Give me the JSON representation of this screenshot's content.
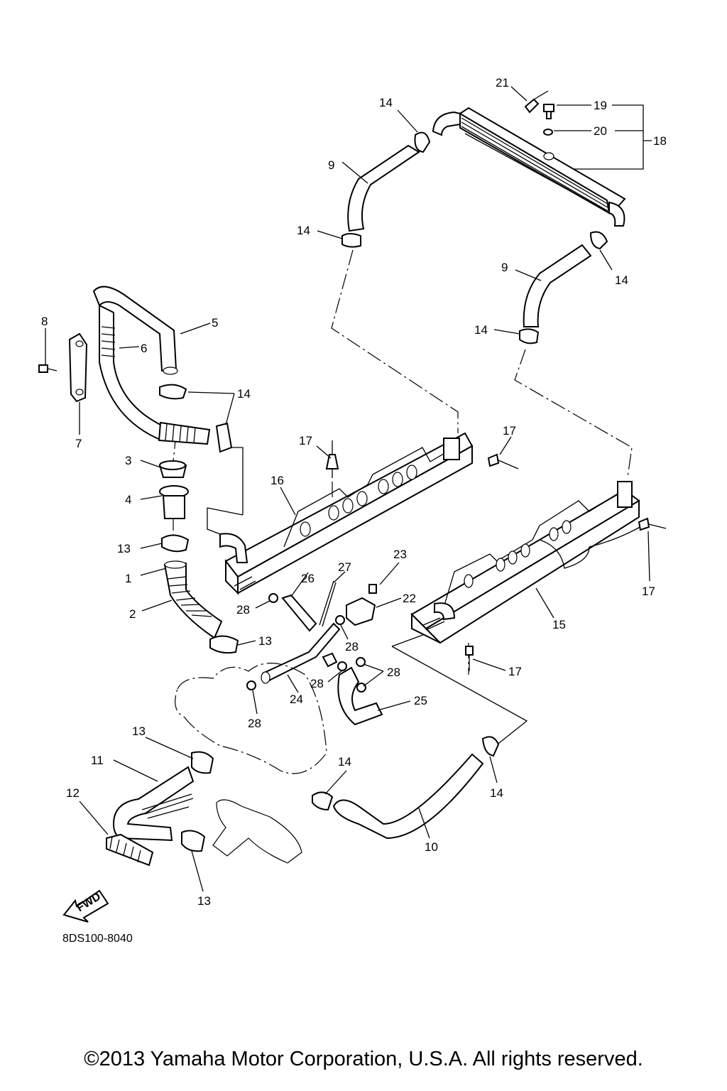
{
  "callouts": {
    "c1": "1",
    "c2": "2",
    "c3": "3",
    "c4": "4",
    "c5": "5",
    "c6": "6",
    "c7": "7",
    "c8": "8",
    "c9a": "9",
    "c9b": "9",
    "c10": "10",
    "c11": "11",
    "c12": "12",
    "c13a": "13",
    "c13b": "13",
    "c13c": "13",
    "c13d": "13",
    "c14a": "14",
    "c14b": "14",
    "c14c": "14",
    "c14d": "14",
    "c14e": "14",
    "c14f": "14",
    "c14g": "14",
    "c15": "15",
    "c16": "16",
    "c17a": "17",
    "c17b": "17",
    "c17c": "17",
    "c17d": "17",
    "c18": "18",
    "c19": "19",
    "c20": "20",
    "c21": "21",
    "c22": "22",
    "c23": "23",
    "c24": "24",
    "c25": "25",
    "c26": "26",
    "c27": "27",
    "c28a": "28",
    "c28b": "28",
    "c28c": "28",
    "c28d": "28",
    "c28e": "28"
  },
  "fwd_label": "FWD",
  "diagram_code": "8DS100-8040",
  "copyright": "©2013 Yamaha Motor Corporation, U.S.A. All rights reserved."
}
